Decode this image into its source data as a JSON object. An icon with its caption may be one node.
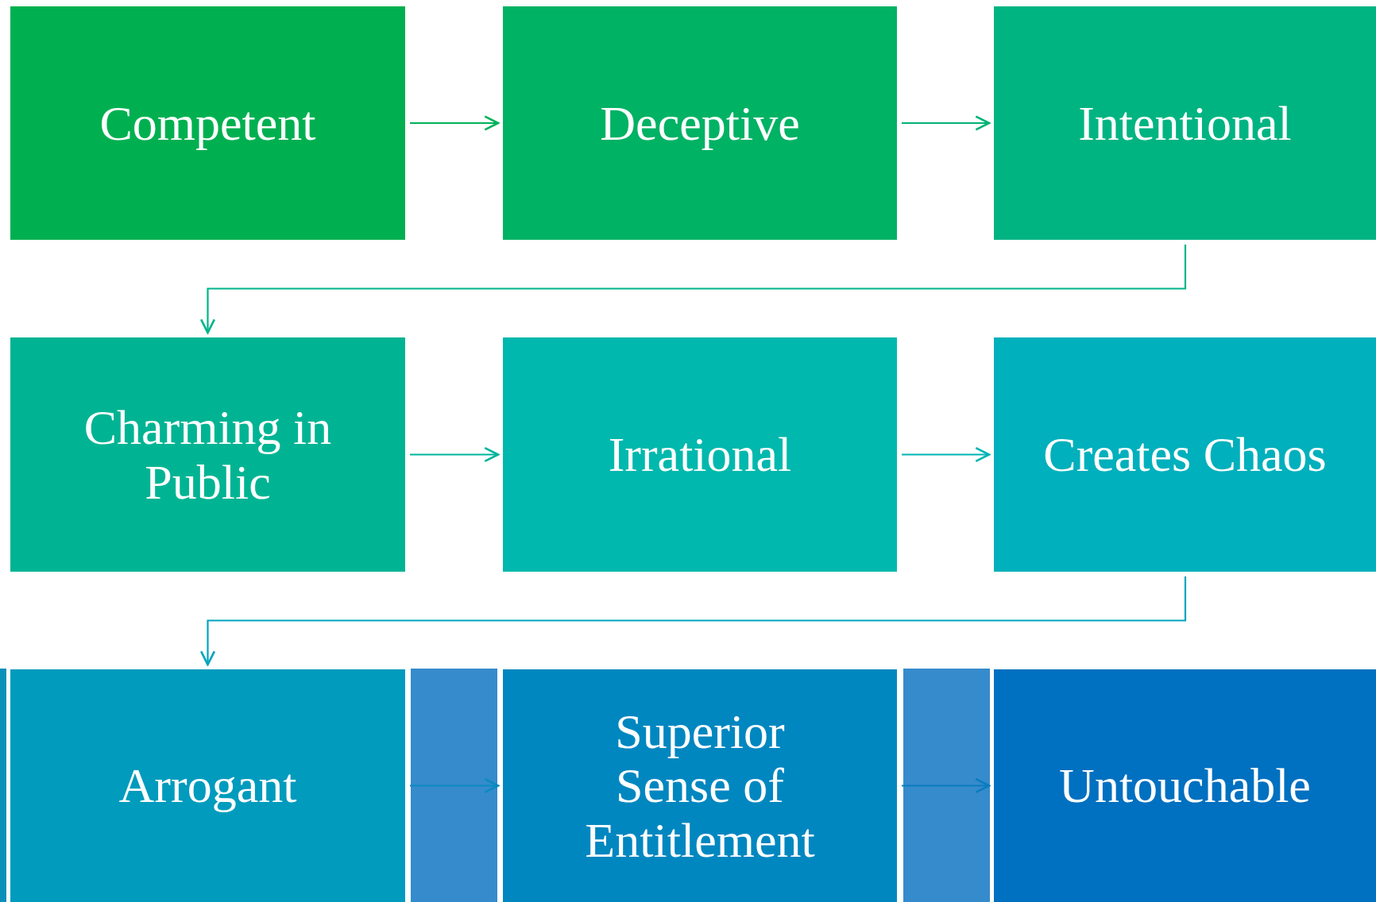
{
  "diagram": {
    "nodes": [
      {
        "text": [
          "Competent"
        ]
      },
      {
        "text": [
          "Deceptive"
        ]
      },
      {
        "text": [
          "Intentional"
        ]
      },
      {
        "text": [
          "Charming in Public"
        ]
      },
      {
        "text": [
          "Irrational"
        ]
      },
      {
        "text": [
          "Creates Chaos"
        ]
      },
      {
        "text": [
          "Arrogant"
        ]
      },
      {
        "text": [
          "Superior Sense of Entitlement"
        ]
      },
      {
        "text": [
          "Untouchable"
        ]
      }
    ],
    "edges": [
      {
        "from": 0,
        "to": 1,
        "arrow": "to",
        "color": "#00b25a"
      },
      {
        "from": 1,
        "to": 2,
        "arrow": "to",
        "color": "#00b274"
      },
      {
        "from": 2,
        "to": 3,
        "arrow": "to",
        "color": "#00b48a"
      },
      {
        "from": 3,
        "to": 4,
        "arrow": "to",
        "color": "#00b49c"
      },
      {
        "from": 4,
        "to": 5,
        "arrow": "to",
        "color": "#00b4b4"
      },
      {
        "from": 5,
        "to": 6,
        "arrow": "to",
        "color": "#00a4bd"
      },
      {
        "from": 6,
        "to": 7,
        "arrow": "to",
        "color": "#0a8ac0"
      },
      {
        "from": 7,
        "to": 8,
        "arrow": "to",
        "color": "#0a7cc0"
      }
    ]
  }
}
